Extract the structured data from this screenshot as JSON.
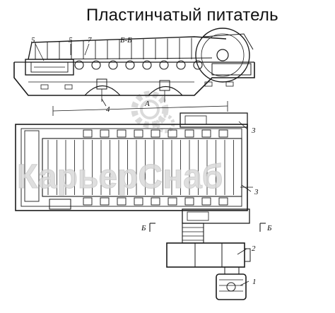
{
  "title": "Пластинчатый питатель",
  "section_label": "Б-Б",
  "dimension_label": "А",
  "callouts": [
    "1",
    "2",
    "3",
    "3",
    "4",
    "5",
    "5",
    "7"
  ],
  "section_marks": [
    "Б",
    "Б"
  ],
  "watermark": {
    "text": "КарьерСнаб",
    "color": "#d9d9d9",
    "logo": "gear-logo-watermark"
  },
  "colors": {
    "ink": "#1a1a1a",
    "paper": "#ffffff"
  }
}
